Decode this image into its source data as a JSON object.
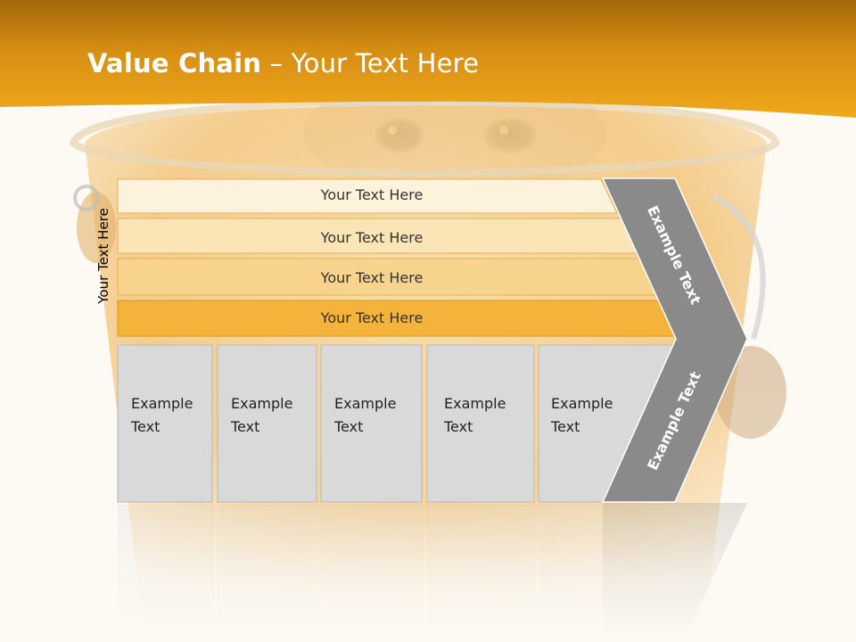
{
  "slide": {
    "title_bold": "Value Chain",
    "title_rest": " – Your Text Here",
    "side_label": "Your Text Here"
  },
  "bars": [
    {
      "label": "Your Text Here",
      "color": "#fdf3dd"
    },
    {
      "label": "Your Text Here",
      "color": "#fbe5b6"
    },
    {
      "label": "Your Text Here",
      "color": "#f8d38c"
    },
    {
      "label": "Your Text Here",
      "color": "#f4b43c"
    }
  ],
  "boxes": [
    {
      "line1": "Example",
      "line2": "Text"
    },
    {
      "line1": "Example",
      "line2": "Text"
    },
    {
      "line1": "Example",
      "line2": "Text"
    },
    {
      "line1": "Example",
      "line2": "Text"
    },
    {
      "line1": "Example",
      "line2": "Text"
    }
  ],
  "arrow": {
    "upper_label": "Example Text",
    "lower_label": "Example Text",
    "color": "#8a8a8a"
  },
  "colors": {
    "header_orange": "#e9a21d",
    "header_dark": "#a86b05",
    "box_gray": "#d9d9d9",
    "background": "#fdfaf3"
  }
}
